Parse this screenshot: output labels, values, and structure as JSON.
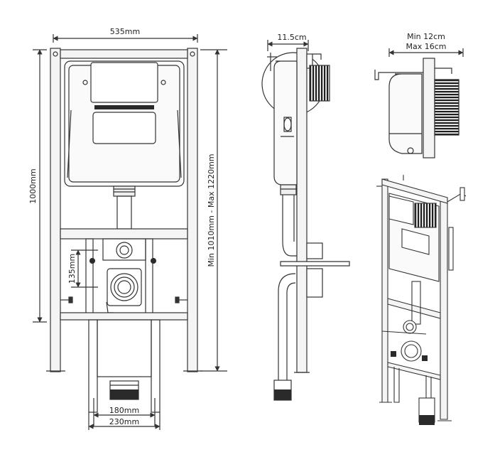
{
  "front_view": {
    "width_label": "535mm",
    "height_label": "1000mm",
    "adjustable_height_label": "Min 1010mm - Max 1220mm",
    "waste_height_label": "135mm",
    "inner_width_label": "180mm",
    "outer_width_label": "230mm"
  },
  "side_view": {
    "depth_label": "11.5cm"
  },
  "detail_view": {
    "min_label": "Min 12cm",
    "max_label": "Max 16cm"
  },
  "colors": {
    "line": "#333333",
    "dark_fill": "#2a2a2a",
    "frame_fill": "#f2f2f2"
  }
}
